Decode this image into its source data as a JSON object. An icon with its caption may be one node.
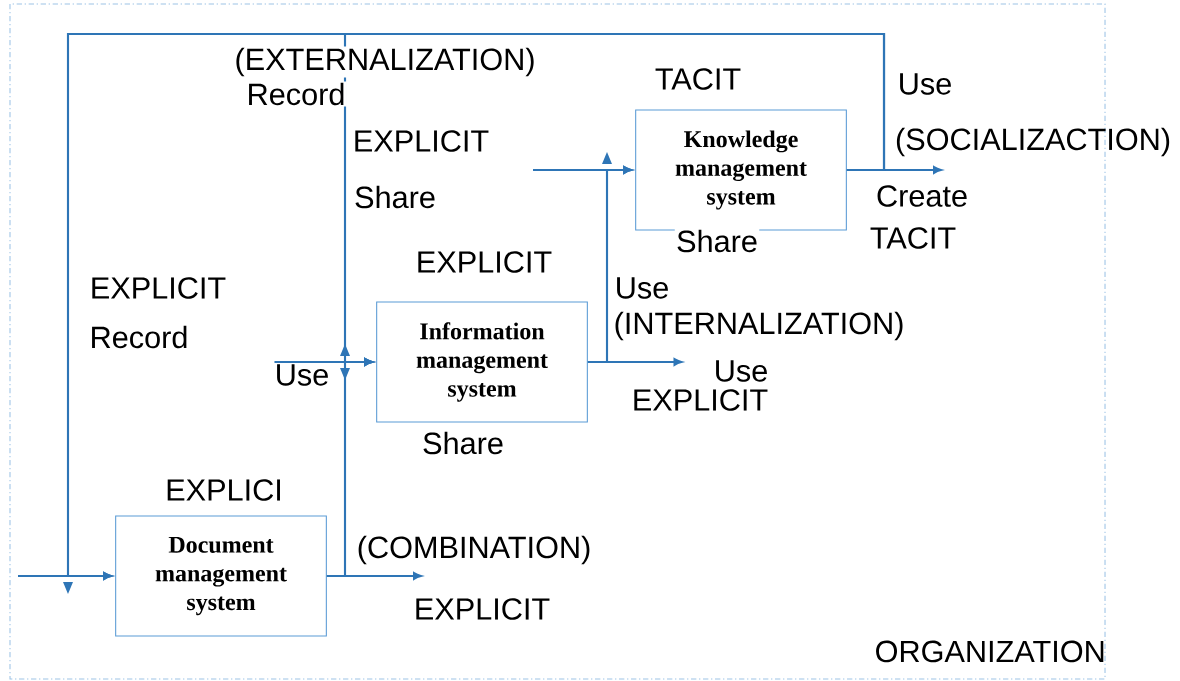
{
  "diagram": {
    "nodes": [
      {
        "text": [
          "ORGANIZATION"
        ]
      },
      {
        "text": [
          "Knowledge management system"
        ],
        "in": 0
      },
      {
        "text": [
          "Information management system"
        ],
        "in": 0
      },
      {
        "text": [
          "Document management system"
        ],
        "in": 0
      },
      {
        "text": [
          "Use"
        ],
        "in": 0
      },
      {
        "text": [
          "(COMBINATION)"
        ],
        "in": 0
      },
      {
        "text": [
          "(SOCIALIZACTION)"
        ],
        "in": 0
      },
      {
        "text": [
          "Use"
        ],
        "in": 0
      }
    ],
    "edges": [
      {
        "from": null,
        "to": 3,
        "arrow": "to"
      },
      {
        "from": 3,
        "to": 5,
        "arrow": "to"
      },
      {
        "from": 3,
        "to": 2,
        "arrow": "to"
      },
      {
        "from": 4,
        "to": 2,
        "arrow": "to"
      },
      {
        "from": 2,
        "to": 7,
        "arrow": "to"
      },
      {
        "from": 2,
        "to": 1,
        "arrow": "to"
      },
      {
        "from": null,
        "to": 1,
        "arrow": "to"
      },
      {
        "from": 1,
        "to": 6,
        "arrow": "to"
      },
      {
        "from": 1,
        "to": 3,
        "arrow": "to"
      },
      {
        "from": 1,
        "to": 2,
        "arrow": "to"
      }
    ],
    "labels": [
      "(EXTERNALIZATION)",
      "Record",
      "TACIT",
      "Use",
      "EXPLICIT",
      "Share",
      "Create",
      "Share",
      "TACIT",
      "EXPLICIT",
      "EXPLICIT",
      "Use",
      "Record",
      "(INTERNALIZATION)",
      "EXPLICIT",
      "Share",
      "EXPLICI",
      "EXPLICIT"
    ]
  }
}
